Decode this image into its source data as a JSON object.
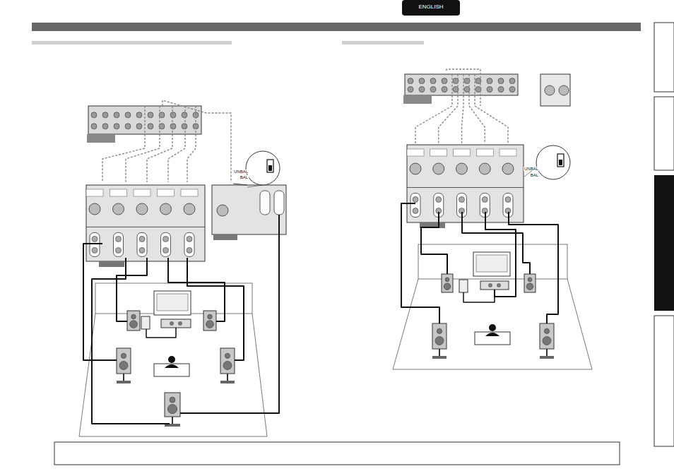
{
  "diagram": {
    "labels": [
      "ENGLISH",
      "UNBAL",
      "BAL",
      "UNBAL",
      "BAL"
    ]
  }
}
